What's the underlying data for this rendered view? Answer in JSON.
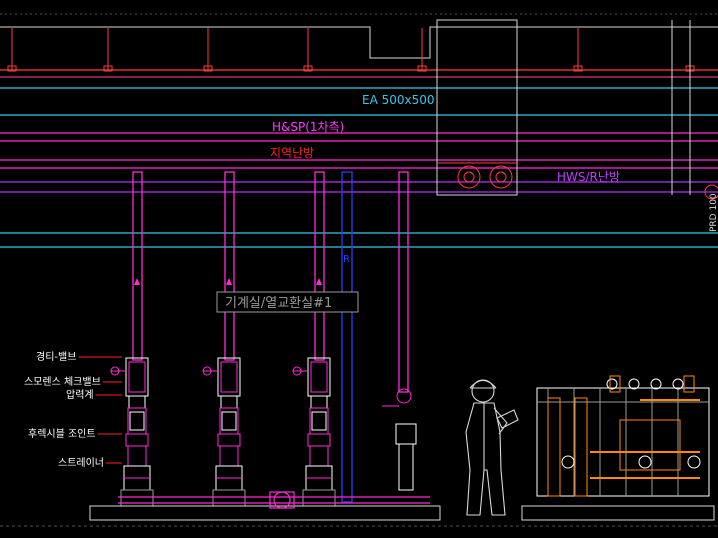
{
  "labels": {
    "duct": "EA 500x500",
    "hsp": "H&SP(1차측)",
    "district_heating": "지역난방",
    "hws": "HWS/R난방",
    "side_tag": "PRD 100",
    "room": "기계실/열교환실#1"
  },
  "annotations": [
    {
      "text": "경티-밸브"
    },
    {
      "text": "스모렌스 체크밸브"
    },
    {
      "text": "압력계"
    },
    {
      "text": "후렉시블 조인트"
    },
    {
      "text": "스트레이너"
    }
  ],
  "colors": {
    "background": "#000000",
    "ceiling": "#d8d8d8",
    "hanger_red": "#ff3b3b",
    "pipe_magenta": "#ff2bd6",
    "pipe_violet": "#b030ff",
    "duct_cyan": "#38c6e8",
    "hsp_text": "#ff39ff",
    "district_text": "#ff2020",
    "hws_text": "#c03cff",
    "pipe_blue": "#2a3cff",
    "orange": "#ff8a00",
    "white": "#ffffff",
    "gray": "#9a9a9a",
    "annotation_text": "#ffffff",
    "leader": "#ff2020"
  }
}
